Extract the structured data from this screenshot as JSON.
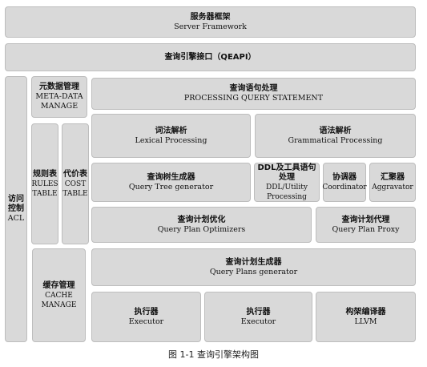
{
  "server": {
    "zh": "服务器框架",
    "en": "Server Framework"
  },
  "qeapi": {
    "zh": "查询引擎接口（QEAPI）"
  },
  "acl": {
    "zh1": "访问",
    "zh2": "控制",
    "en": "ACL"
  },
  "metadata": {
    "zh": "元数据管理",
    "en1": "META-DATA",
    "en2": "MANAGE"
  },
  "processing": {
    "zh": "查询语句处理",
    "en": "PROCESSING QUERY STATEMENT"
  },
  "rules": {
    "zh": "规则表",
    "en1": "RULES",
    "en2": "TABLE"
  },
  "cost": {
    "zh": "代价表",
    "en1": "COST",
    "en2": "TABLE"
  },
  "lexical": {
    "zh": "词法解析",
    "en": "Lexical Processing"
  },
  "grammatical": {
    "zh": "语法解析",
    "en": "Grammatical Processing"
  },
  "tree": {
    "zh": "查询树生成器",
    "en": "Query Tree generator"
  },
  "ddl": {
    "zh1": "DDL及工具语句",
    "zh2": "处理",
    "en1": "DDL/Utility",
    "en2": "Processing"
  },
  "coordinator": {
    "zh": "协调器",
    "en": "Coordinator"
  },
  "aggravator": {
    "zh": "汇聚器",
    "en": "Aggravator"
  },
  "optimizer": {
    "zh": "查询计划优化",
    "en": "Query Plan Optimizers"
  },
  "proxy": {
    "zh": "查询计划代理",
    "en": "Query Plan Proxy"
  },
  "cache": {
    "zh": "缓存管理",
    "en1": "CACHE",
    "en2": "MANAGE"
  },
  "plans_gen": {
    "zh": "查询计划生成器",
    "en": "Query Plans generator"
  },
  "executor1": {
    "zh": "执行器",
    "en": "Executor"
  },
  "executor2": {
    "zh": "执行器",
    "en": "Executor"
  },
  "llvm": {
    "zh": "构架编译器",
    "en": "LLVM"
  },
  "caption": "图 1-1    查询引擎架构图"
}
